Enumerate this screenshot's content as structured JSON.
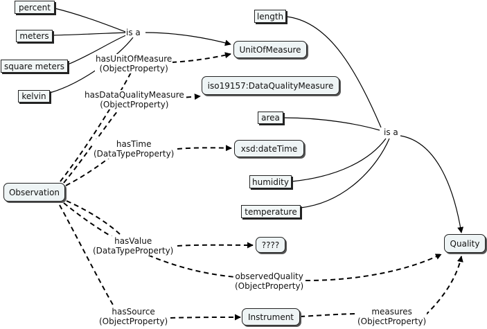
{
  "nodes": {
    "percent": "percent",
    "meters": "meters",
    "square_meters": "square meters",
    "kelvin": "kelvin",
    "length": "length",
    "unit_of_measure": "UnitOfMeasure",
    "data_quality_measure": "iso19157:DataQualityMeasure",
    "area": "area",
    "date_time": "xsd:dateTime",
    "humidity": "humidity",
    "observation": "Observation",
    "temperature": "temperature",
    "unknown_value": "????",
    "quality": "Quality",
    "instrument": "Instrument"
  },
  "links": {
    "is_a_units": "is a",
    "is_a_qualities": "is a",
    "has_unit_of_measure": [
      "hasUnitOfMeasure",
      "(ObjectProperty)"
    ],
    "has_data_quality_measure": [
      "hasDataQualityMeasure",
      "(ObjectProperty)"
    ],
    "has_time": [
      "hasTime",
      "(DataTypeProperty)"
    ],
    "has_value": [
      "hasValue",
      "(DataTypeProperty)"
    ],
    "observed_quality": [
      "observedQuality",
      "(ObjectProperty)"
    ],
    "has_source": [
      "hasSource",
      "(ObjectProperty)"
    ],
    "measures": [
      "measures",
      "(ObjectProperty)"
    ]
  },
  "colors": {
    "line": "#000000",
    "square_node_fill": "#f2f7f7",
    "round_node_fill": "#eef4f5"
  }
}
